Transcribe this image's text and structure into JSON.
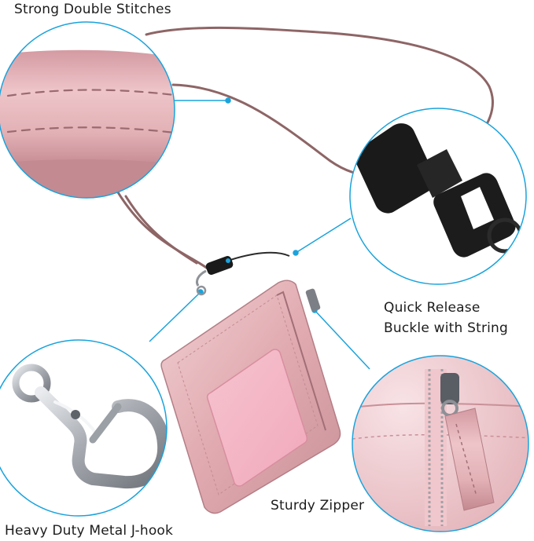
{
  "labels": {
    "stitches": "Strong Double Stitches",
    "buckle_line1": "Quick Release",
    "buckle_line2": "Buckle with String",
    "zipper": "Sturdy Zipper",
    "jhook": "Heavy Duty Metal J-hook"
  },
  "colors": {
    "callout_ring": "#1aa3dc",
    "leather_pink": "#e3b1b6",
    "leather_light": "#f2d2d5",
    "leather_dark": "#b88088",
    "lanyard_cord": "#8e6566",
    "window_pink": "#f3b6c6",
    "buckle_black": "#1a1a1a",
    "metal_silver": "#b9bcc1"
  }
}
